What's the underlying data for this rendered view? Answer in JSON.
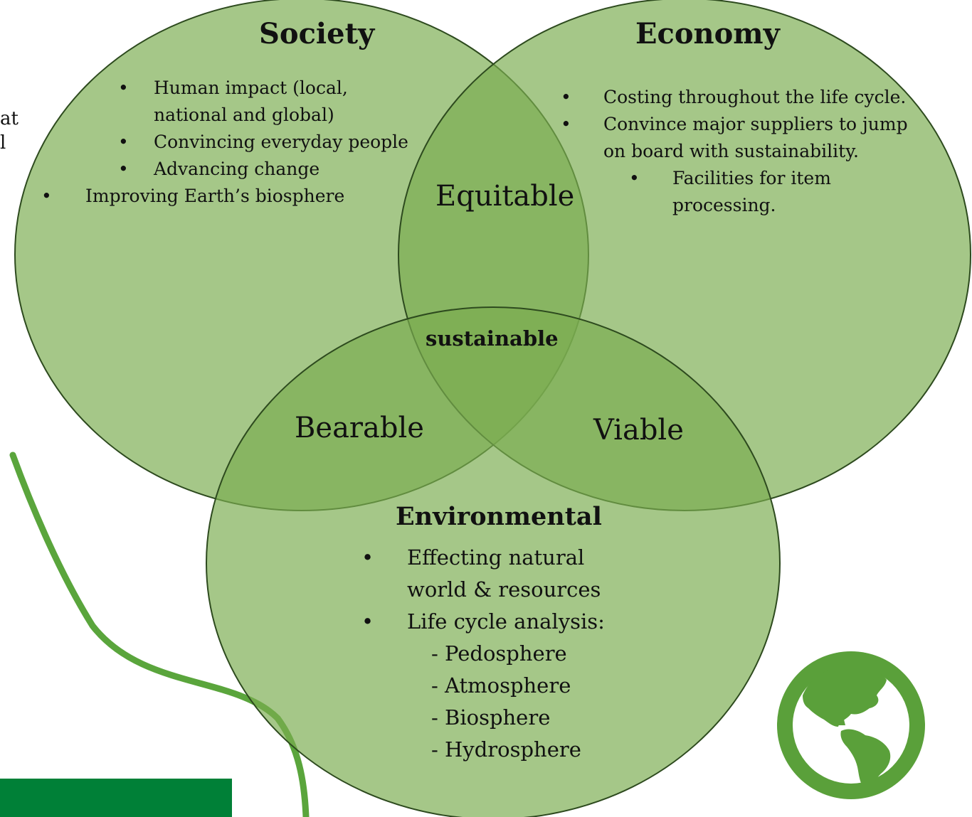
{
  "diagram": {
    "colors": {
      "circle_fill": "#7aad50",
      "circle_stroke": "#2d4a1e",
      "accent_dark_green": "#008037",
      "arrow_green": "#5aa53c",
      "globe_green": "#5aa03a"
    },
    "cutoff_left_text": [
      "at",
      "l"
    ],
    "society": {
      "title": "Society",
      "points": [
        "Human impact (local,",
        "national and global)",
        "Convincing everyday people",
        "Advancing change",
        "Improving Earth’s biosphere"
      ]
    },
    "economy": {
      "title": "Economy",
      "points": [
        "Costing throughout the life cycle.",
        "Convince major suppliers to jump",
        "on board with sustainability.",
        "Facilities for item",
        "processing."
      ]
    },
    "environmental": {
      "title": "Environmental",
      "points": [
        "Effecting natural",
        "world & resources",
        "Life cycle analysis:",
        "- Pedosphere",
        "- Atmosphere",
        "- Biosphere",
        "- Hydrosphere"
      ]
    },
    "overlaps": {
      "society_economy": "Equitable",
      "society_environmental": "Bearable",
      "economy_environmental": "Viable",
      "center": "sustainable"
    },
    "bullet_symbol": "•",
    "icons": {
      "globe": "globe-icon",
      "arrow": "curved-arrow-icon"
    }
  }
}
